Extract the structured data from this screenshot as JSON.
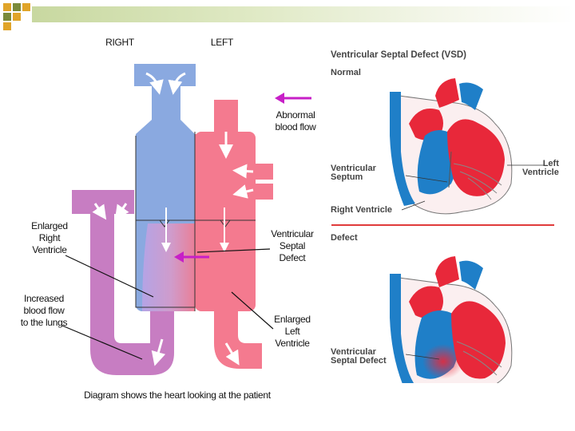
{
  "left_diagram": {
    "top_right_label": "RIGHT",
    "top_left_label": "LEFT",
    "abnormal_flow": "Abnormal\nblood flow",
    "enlarged_rv": "Enlarged\nRight\nVentricle",
    "increased_flow": "Increased\nblood flow\nto the lungs",
    "vsd": "Ventricular\nSeptal\nDefect",
    "enlarged_lv": "Enlarged\nLeft\nVentricle",
    "caption": "Diagram shows the heart looking at the patient"
  },
  "right_panel": {
    "title": "Ventricular Septal Defect (VSD)",
    "normal_heading": "Normal",
    "septum_label": "Ventricular\nSeptum",
    "right_ventricle_label": "Right Ventricle",
    "left_ventricle_label": "Left\nVentricle",
    "defect_heading": "Defect",
    "septal_defect_label": "Ventricular\nSeptal Defect"
  },
  "colors": {
    "right_side_blue": "#8aa9e0",
    "left_side_pink": "#f47a8f",
    "lung_purple": "#c77dc2",
    "arrow_magenta": "#c71fc7",
    "divider_red": "#e03b3b",
    "heart_red": "#e8283a",
    "heart_blue": "#1f7fc8"
  }
}
